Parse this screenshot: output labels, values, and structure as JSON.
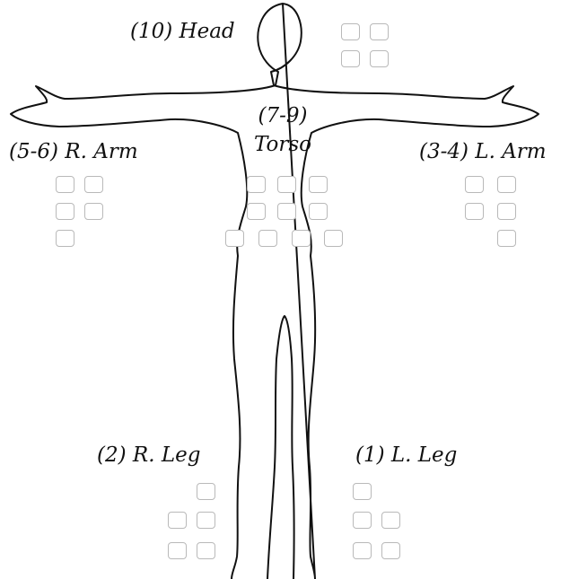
{
  "labels": {
    "head": "(10) Head",
    "torso_range": "(7-9)",
    "torso": "Torso",
    "right_arm": "(5-6) R. Arm",
    "left_arm": "(3-4) L. Arm",
    "right_leg": "(2) R. Leg",
    "left_leg": "(1) L. Leg"
  },
  "colors": {
    "outline": "#111111",
    "box_border": "#b9b9b9",
    "label_text": "#111111"
  },
  "regions": [
    {
      "id": "head",
      "box_count": 4
    },
    {
      "id": "torso",
      "box_count": 10
    },
    {
      "id": "right_arm",
      "box_count": 5
    },
    {
      "id": "left_arm",
      "box_count": 5
    },
    {
      "id": "right_leg",
      "box_count": 5
    },
    {
      "id": "left_leg",
      "box_count": 5
    }
  ]
}
